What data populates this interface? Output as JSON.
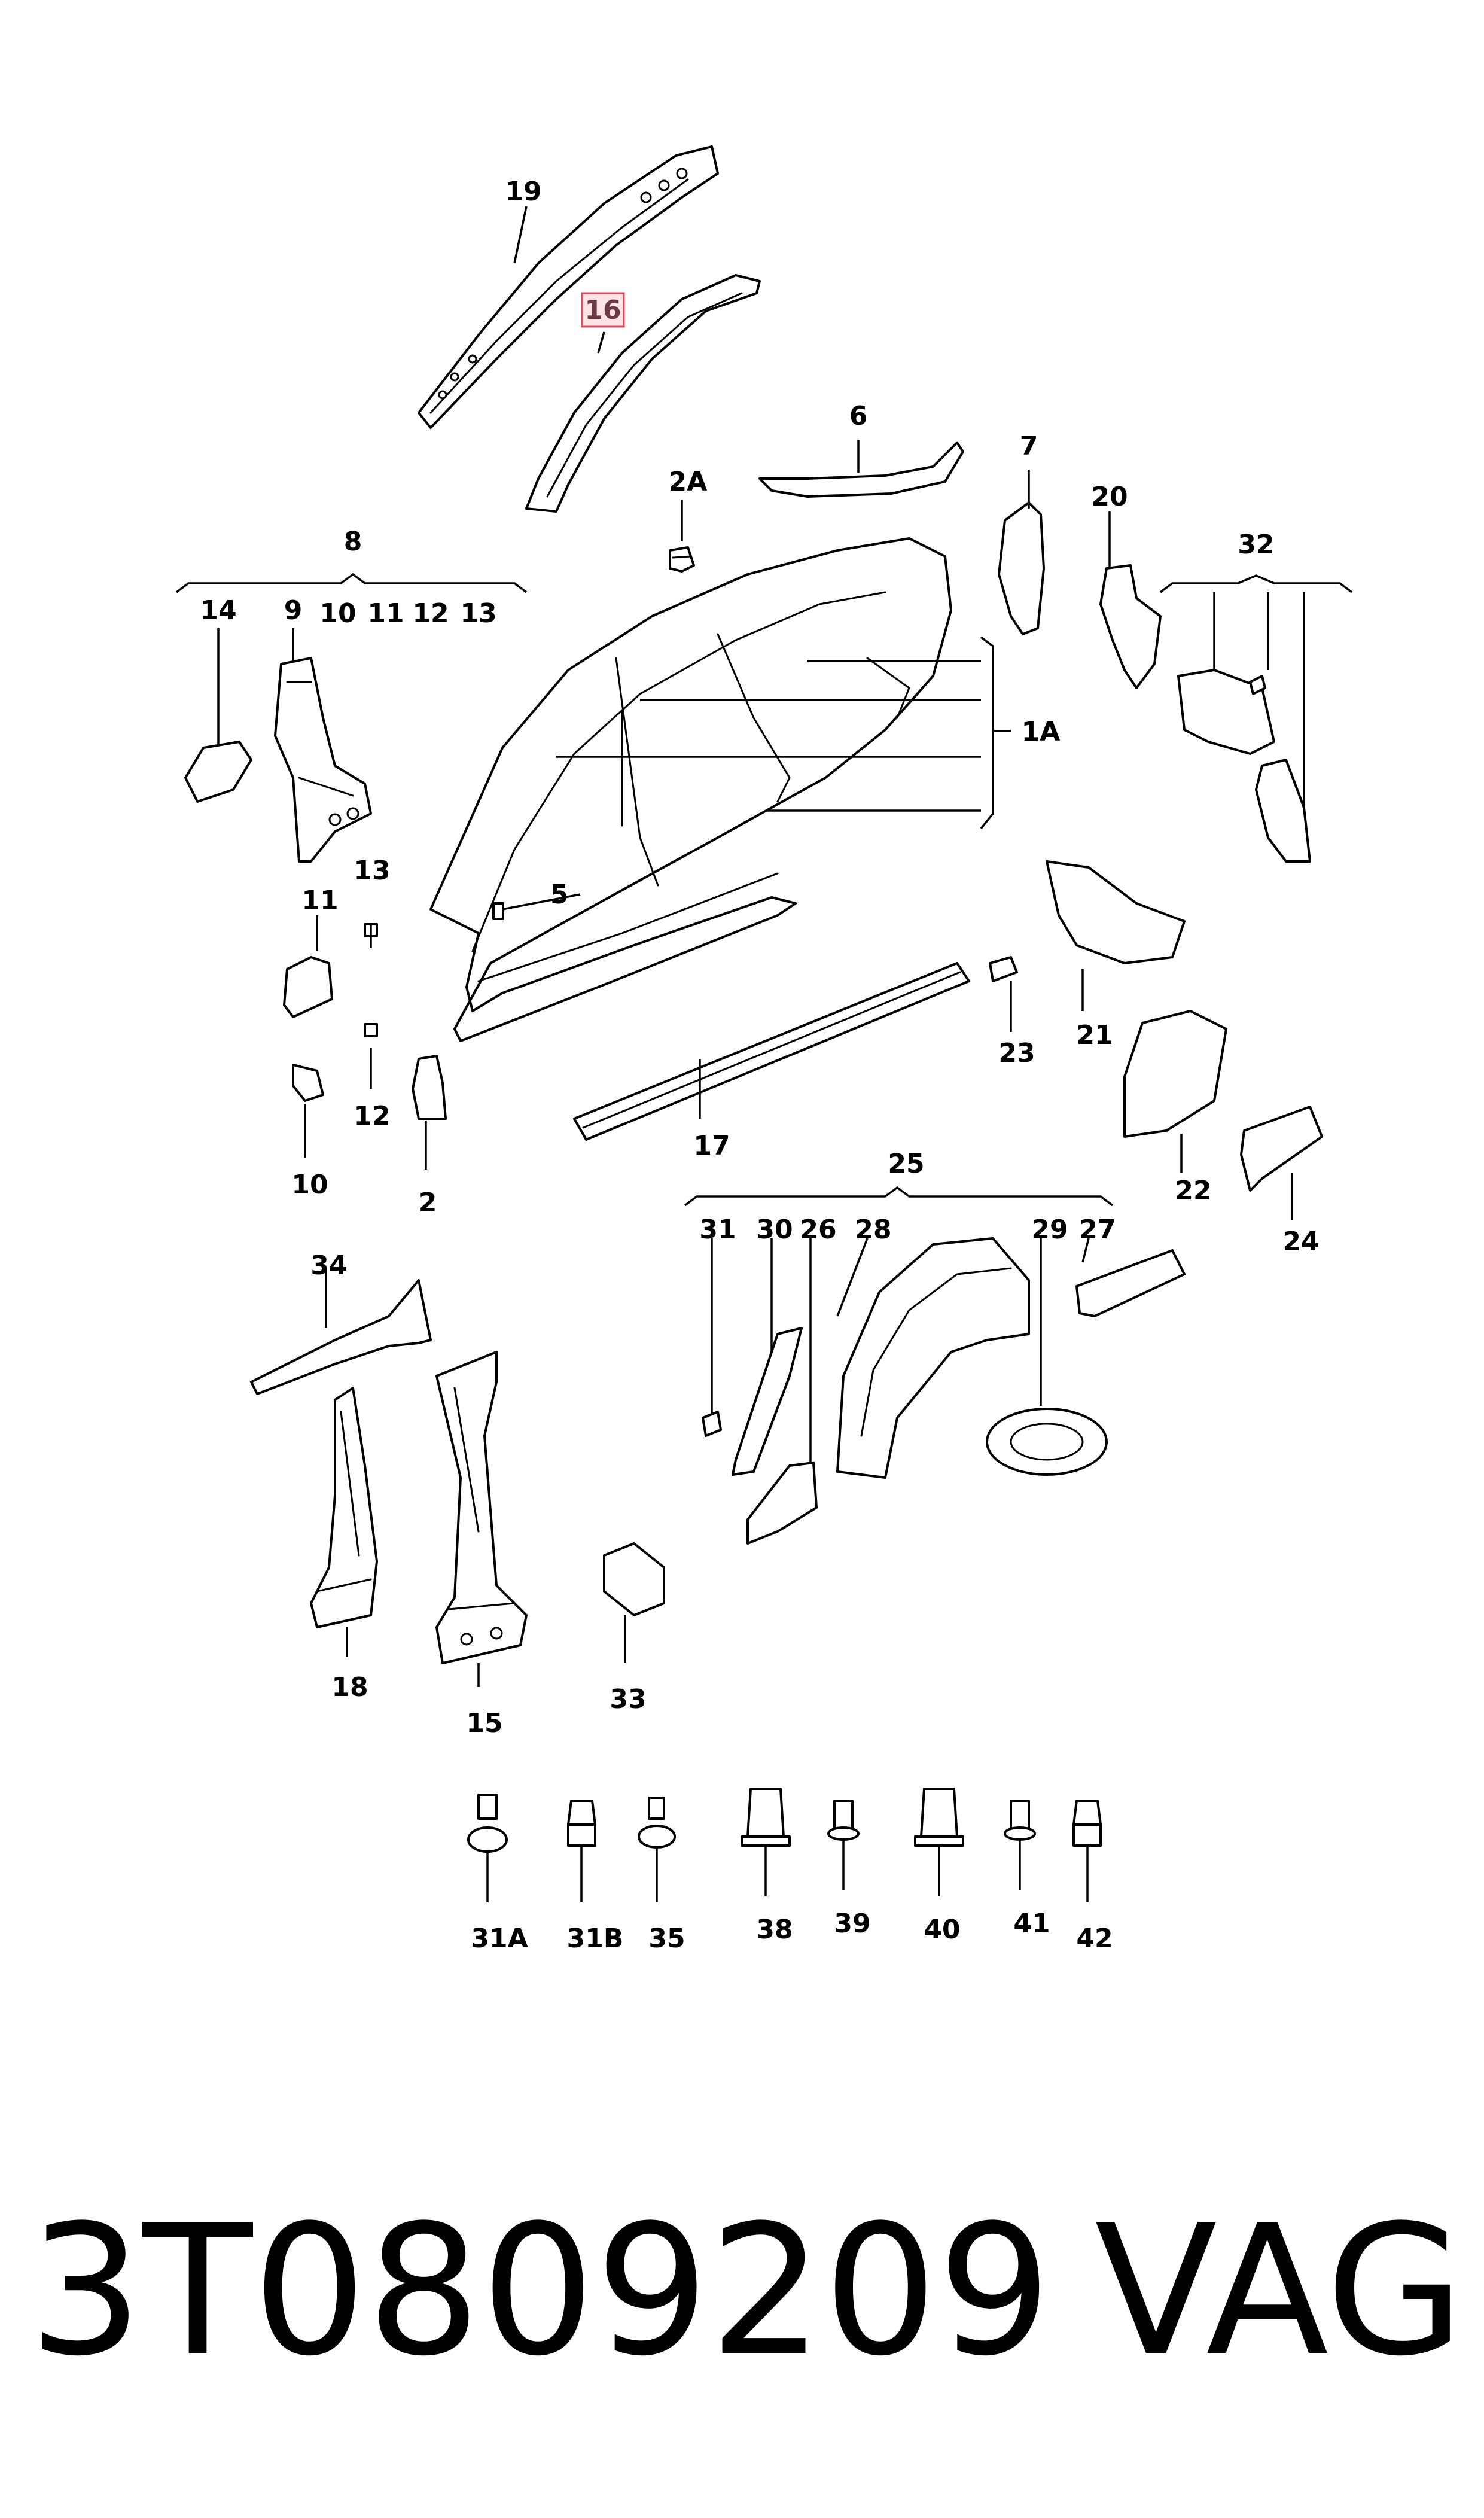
{
  "diagram": {
    "callouts": [
      "19",
      "16",
      "6",
      "7",
      "2A",
      "20",
      "32",
      "8",
      "14",
      "9",
      "10",
      "11",
      "12",
      "13",
      "1A",
      "5",
      "13",
      "11",
      "12",
      "10",
      "2",
      "21",
      "23",
      "22",
      "24",
      "17",
      "25",
      "31",
      "30",
      "26",
      "28",
      "29",
      "27",
      "34",
      "18",
      "15",
      "33",
      "31A",
      "31B",
      "35",
      "38",
      "39",
      "40",
      "41",
      "42"
    ],
    "highlighted_callout": "16",
    "highlight_color": "#e24a5f"
  },
  "footer": {
    "part_number": "3T0809209",
    "brand": "VAG"
  }
}
